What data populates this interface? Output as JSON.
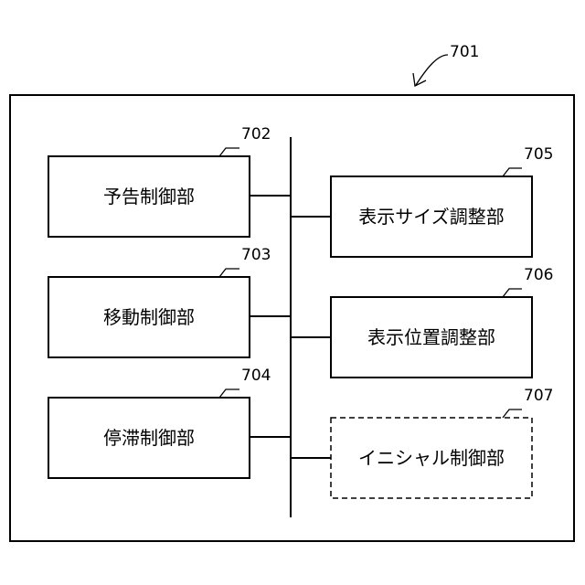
{
  "diagram": {
    "outer_ref": "701",
    "blocks": {
      "notice_control": {
        "ref": "702",
        "label": "予告制御部"
      },
      "movement_control": {
        "ref": "703",
        "label": "移動制御部"
      },
      "stagnation_control": {
        "ref": "704",
        "label": "停滞制御部"
      },
      "display_size_adjust": {
        "ref": "705",
        "label": "表示サイズ調整部"
      },
      "display_position_adjust": {
        "ref": "706",
        "label": "表示位置調整部"
      },
      "initial_control": {
        "ref": "707",
        "label": "イニシャル制御部",
        "optional": true
      }
    }
  }
}
